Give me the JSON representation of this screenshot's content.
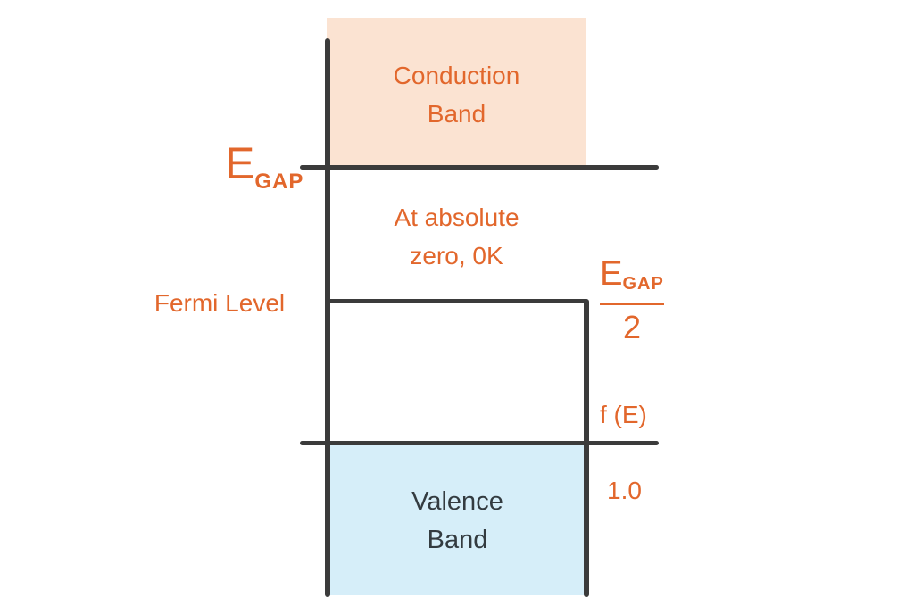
{
  "colors": {
    "accent_orange": "#E2672C",
    "conduction_fill": "#FBE3D2",
    "valence_fill": "#D6EEF9",
    "line_dark": "#3B3B3B",
    "valence_text": "#333B40",
    "background": "#FFFFFF"
  },
  "bands": {
    "conduction": {
      "lines": [
        "Conduction",
        "Band"
      ]
    },
    "valence": {
      "lines": [
        "Valence",
        "Band"
      ]
    }
  },
  "annotations": {
    "note": {
      "lines": [
        "At absolute",
        "zero, 0K"
      ]
    },
    "fermi_label": "Fermi Level",
    "egap_axis": {
      "main": "E",
      "sub": "GAP"
    },
    "fraction": {
      "num_main": "E",
      "num_sub": "GAP",
      "den": "2"
    },
    "f_of_e": "f (E)",
    "one_point_zero": "1.0"
  }
}
